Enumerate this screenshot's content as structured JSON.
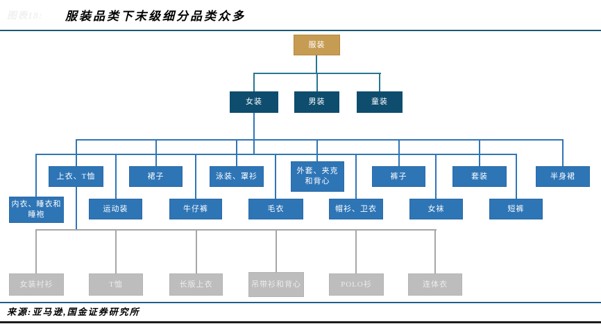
{
  "header": {
    "figure_label": "图表18:",
    "title": "服装品类下末级细分品类众多"
  },
  "footer": {
    "source": "来源:亚马逊,国金证券研究所"
  },
  "colors": {
    "root_fill": "#C69C52",
    "level2_fill": "#0E4D6E",
    "level3_fill": "#2E75B6",
    "level4_fill": "#BDBDBD",
    "teal_line": "#26758F",
    "blue_line": "#2E75B6",
    "gray_line": "#A6A6A6",
    "rule_color": "#1B5876",
    "footer_rule_color": "#1F5C8B"
  },
  "tree": {
    "root": {
      "label": "服装"
    },
    "level2": [
      {
        "label": "女装"
      },
      {
        "label": "男装"
      },
      {
        "label": "童装"
      }
    ],
    "level3_row1": [
      {
        "label": "上衣、T恤"
      },
      {
        "label": "裙子"
      },
      {
        "label": "泳装、罩衫"
      },
      {
        "label": "外套、夹克和背心"
      },
      {
        "label": "裤子"
      },
      {
        "label": "套装"
      },
      {
        "label": "半身裙"
      }
    ],
    "level3_row2": [
      {
        "label": "内衣、睡衣和睡袍"
      },
      {
        "label": "运动装"
      },
      {
        "label": "牛仔裤"
      },
      {
        "label": "毛衣"
      },
      {
        "label": "帽衫、卫衣"
      },
      {
        "label": "女袜"
      },
      {
        "label": "短裤"
      }
    ],
    "level4": [
      {
        "label": "女装衬衫"
      },
      {
        "label": "T恤"
      },
      {
        "label": "长版上衣"
      },
      {
        "label": "吊带衫和背心"
      },
      {
        "label": "POLO衫"
      },
      {
        "label": "连体衣"
      }
    ]
  }
}
